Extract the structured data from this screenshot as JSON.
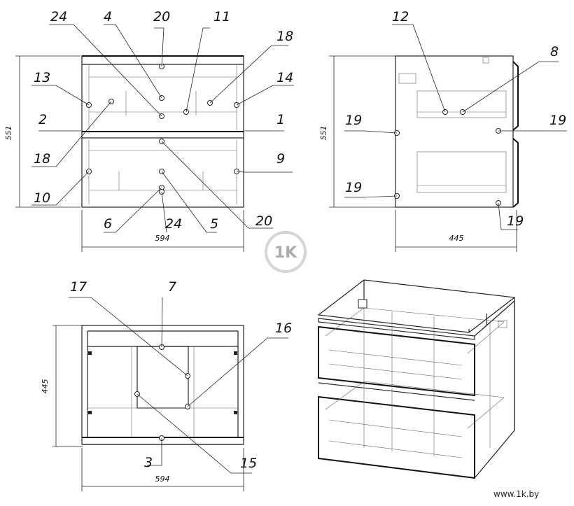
{
  "views": {
    "front": {
      "width_dim": "594",
      "height_dim": "551",
      "callouts": [
        "24",
        "4",
        "20",
        "11",
        "18",
        "13",
        "14",
        "2",
        "1",
        "18",
        "9",
        "10",
        "6",
        "24",
        "5",
        "20"
      ]
    },
    "side": {
      "width_dim": "445",
      "height_dim": "551",
      "callouts": [
        "12",
        "8",
        "19",
        "19",
        "19",
        "19"
      ]
    },
    "top": {
      "width_dim": "594",
      "height_dim": "445",
      "callouts": [
        "17",
        "7",
        "16",
        "3",
        "15"
      ]
    }
  },
  "watermark": {
    "logo_text": "1K",
    "url": "www.1k.by"
  }
}
